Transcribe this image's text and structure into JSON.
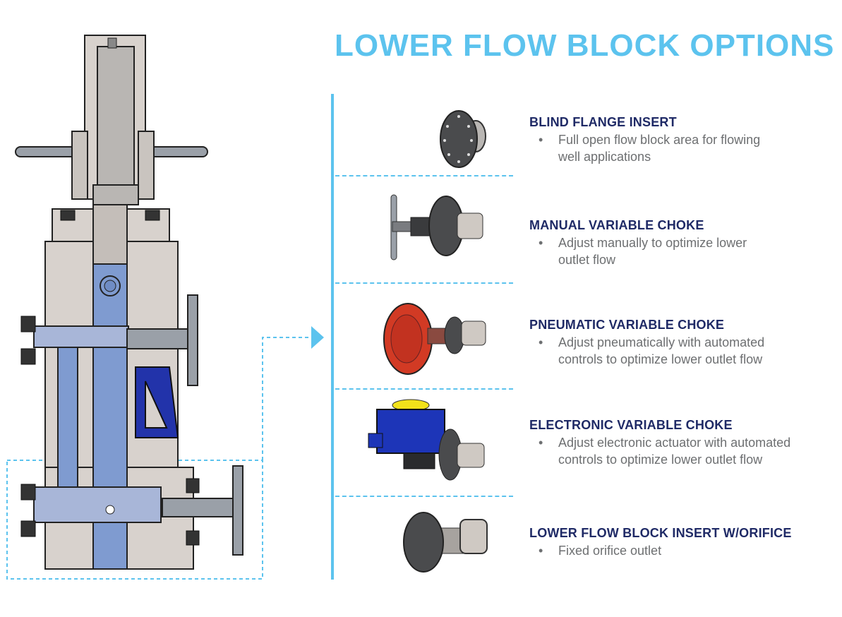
{
  "title": "LOWER FLOW BLOCK OPTIONS",
  "options": [
    {
      "title": "BLIND FLANGE INSERT",
      "bullet": "Full open flow block area for flowing\nwell applications"
    },
    {
      "title": "MANUAL VARIABLE CHOKE",
      "bullet": "Adjust manually to optimize lower\noutlet flow"
    },
    {
      "title": "PNEUMATIC VARIABLE CHOKE",
      "bullet": "Adjust pneumatically with automated\ncontrols to optimize lower outlet flow"
    },
    {
      "title": "ELECTRONIC VARIABLE CHOKE",
      "bullet": "Adjust electronic actuator with automated\ncontrols to optimize lower outlet flow"
    },
    {
      "title": "LOWER FLOW BLOCK INSERT W/ORIFICE",
      "bullet": "Fixed orifice outlet"
    }
  ],
  "colors": {
    "accent": "#5cc3ee",
    "heading": "#1f2a66",
    "body_text": "#6d6f71",
    "flow_path": "#7f9bd0",
    "body_metal": "#d8d2cd"
  },
  "icons": [
    "blind-flange-icon",
    "manual-choke-icon",
    "pneumatic-choke-icon",
    "electronic-choke-icon",
    "orifice-insert-icon",
    "arrow-right-icon"
  ]
}
